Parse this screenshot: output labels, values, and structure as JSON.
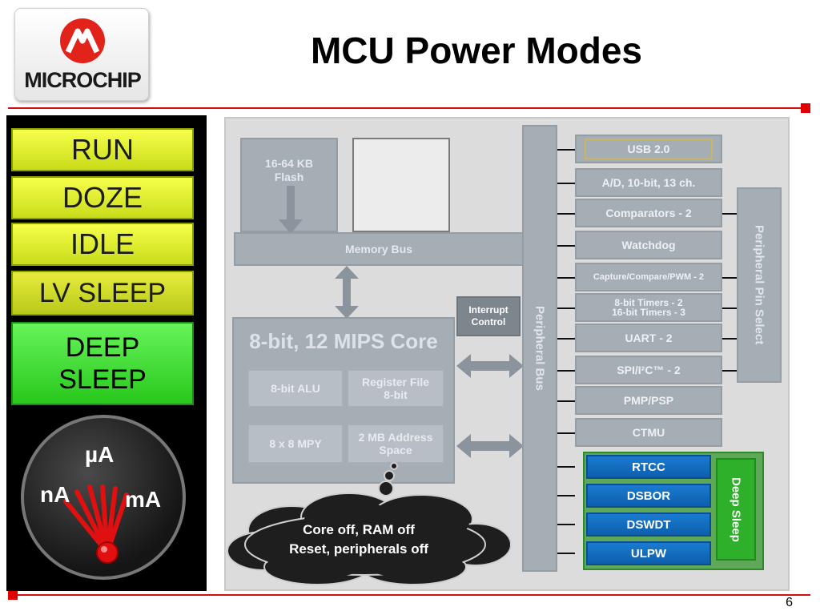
{
  "header": {
    "logo_text": "MICROCHIP",
    "title": "MCU Power Modes"
  },
  "modes": {
    "items": [
      {
        "label": "RUN"
      },
      {
        "label": "DOZE"
      },
      {
        "label": "IDLE"
      },
      {
        "label": "LV SLEEP"
      }
    ],
    "deep_line1": "DEEP",
    "deep_line2": "SLEEP",
    "active": "DEEP SLEEP"
  },
  "gauge": {
    "label_top": "µA",
    "label_left": "nA",
    "label_right": "mA"
  },
  "diagram": {
    "flash": "16-64 KB\nFlash",
    "memory_bus": "Memory Bus",
    "core_title": "8-bit, 12 MIPS Core",
    "alu": "8-bit ALU",
    "register_file": "Register File\n8-bit",
    "mpy": "8 x 8 MPY",
    "address_space": "2 MB Address\nSpace",
    "interrupt": "Interrupt\nControl",
    "peripheral_bus": "Peripheral Bus",
    "peripheral_pin_select": "Peripheral Pin Select",
    "peripherals": [
      {
        "label": "USB 2.0"
      },
      {
        "label": "A/D, 10-bit, 13 ch."
      },
      {
        "label": "Comparators - 2"
      },
      {
        "label": "Watchdog"
      },
      {
        "label": "Capture/Compare/PWM - 2"
      },
      {
        "label": "8-bit Timers - 2\n16-bit Timers - 3"
      },
      {
        "label": "UART - 2"
      },
      {
        "label": "SPI/I²C™ - 2"
      },
      {
        "label": "PMP/PSP"
      },
      {
        "label": "CTMU"
      }
    ],
    "deep_sleep_items": [
      {
        "label": "RTCC"
      },
      {
        "label": "DSBOR"
      },
      {
        "label": "DSWDT"
      },
      {
        "label": "ULPW"
      }
    ],
    "deep_sleep_label": "Deep Sleep",
    "callout": "Core off, RAM off\nReset, peripherals off"
  },
  "footer": {
    "page_number": "6"
  },
  "colors": {
    "accent_red": "#d01010",
    "mode_yellow": "#e6f230",
    "deep_green": "#3ad82e",
    "peripheral_blue": "#1b7bd0",
    "disabled_gray": "#a5adb5"
  }
}
